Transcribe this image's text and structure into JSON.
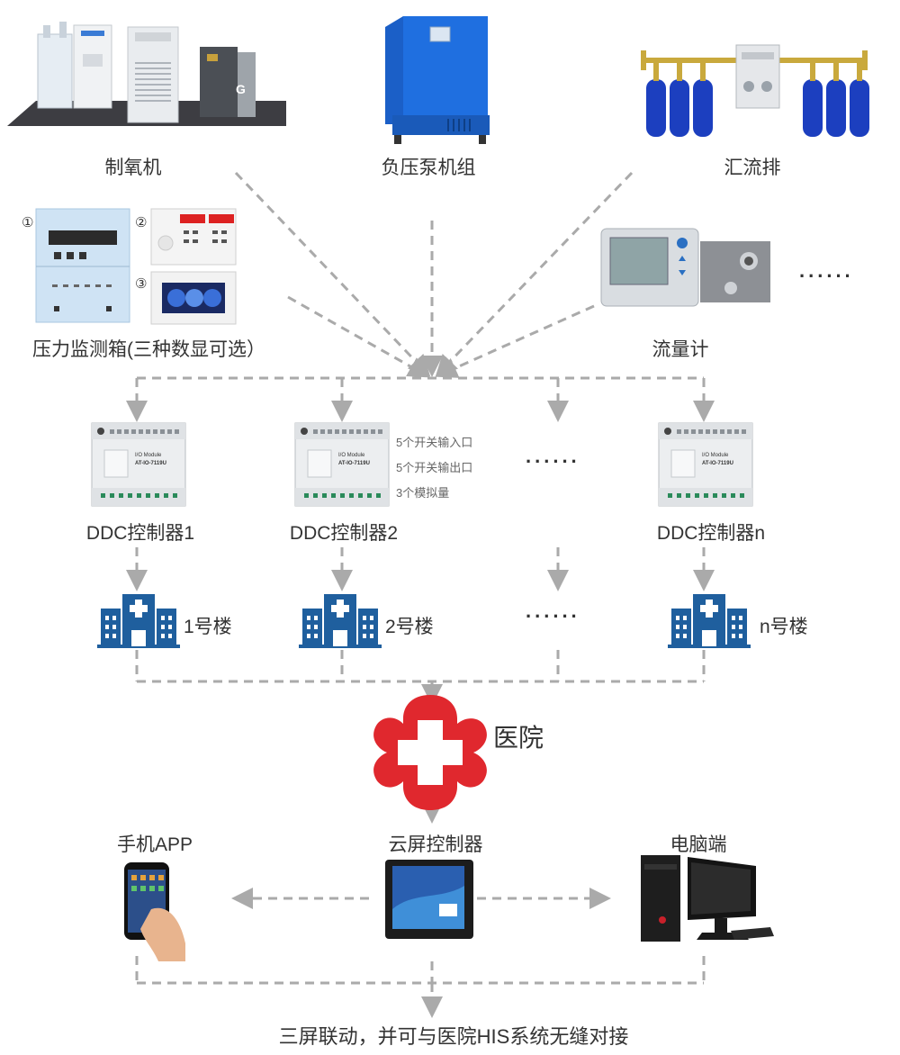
{
  "sources": {
    "oxygen": "制氧机",
    "pump": "负压泵机组",
    "manifold": "汇流排",
    "pressure_box": "压力监测箱(三种数显可选）",
    "flowmeter": "流量计",
    "num1": "①",
    "num2": "②",
    "num3": "③",
    "more": "......"
  },
  "controllers": {
    "c1": "DDC控制器1",
    "c2": "DDC控制器2",
    "cn": "DDC控制器n",
    "more": "......",
    "spec1": "5个开关输入口",
    "spec2": "5个开关输出口",
    "spec3": "3个模拟量",
    "module_label": "I/O Module",
    "module_model": "AT-IO-7119U"
  },
  "buildings": {
    "b1": "1号楼",
    "b2": "2号楼",
    "bn": "n号楼",
    "more": "......"
  },
  "hospital": "医院",
  "terminals": {
    "phone": "手机APP",
    "cloud": "云屏控制器",
    "pc": "电脑端"
  },
  "footer": "三屏联动，并可与医院HIS系统无缝对接",
  "colors": {
    "building_blue": "#1f5f9e",
    "cross_red": "#e0282e",
    "cylinder_blue": "#1c3fbf",
    "pump_blue": "#1b6ad6",
    "dash_gray": "#aaaaaa"
  }
}
